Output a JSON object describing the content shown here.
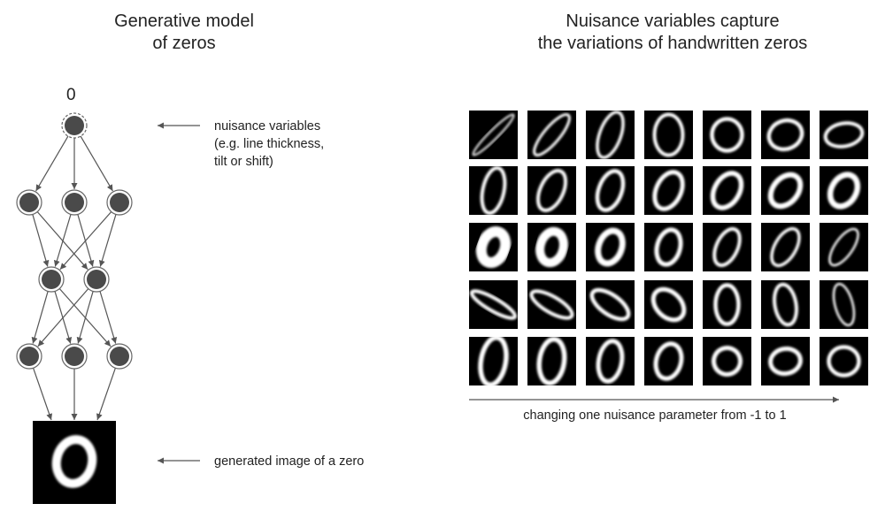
{
  "left_title": {
    "line1": "Generative model",
    "line2": "of zeros"
  },
  "right_title": {
    "line1": "Nuisance variables capture",
    "line2": "the variations of handwritten zeros"
  },
  "top_node_label": "0",
  "nuisance_label": {
    "line1": "nuisance variables",
    "line2": "(e.g. line thickness,",
    "line3": "tilt or shift)"
  },
  "generated_label": "generated image of a zero",
  "axis_caption": "changing one nuisance parameter from -1 to 1",
  "network_layers": [
    1,
    3,
    2,
    3
  ],
  "grid": {
    "rows": 5,
    "cols": 7
  },
  "colors": {
    "node_fill": "#4a4a4a",
    "line": "#555555",
    "cell_bg": "#000000",
    "stroke": "#ffffff"
  }
}
